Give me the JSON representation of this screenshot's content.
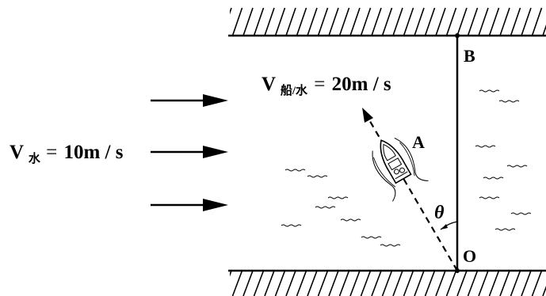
{
  "labels": {
    "point_b": "B",
    "point_o": "O",
    "point_a": "A",
    "angle": "θ"
  },
  "boat_velocity": {
    "symbol": "V",
    "subscript": "船/水",
    "equals": "=",
    "value": "20m / s"
  },
  "water_velocity": {
    "symbol": "V",
    "subscript": "水",
    "equals": "=",
    "value": "10m / s"
  },
  "colors": {
    "ink": "#000000",
    "background": "#ffffff"
  }
}
